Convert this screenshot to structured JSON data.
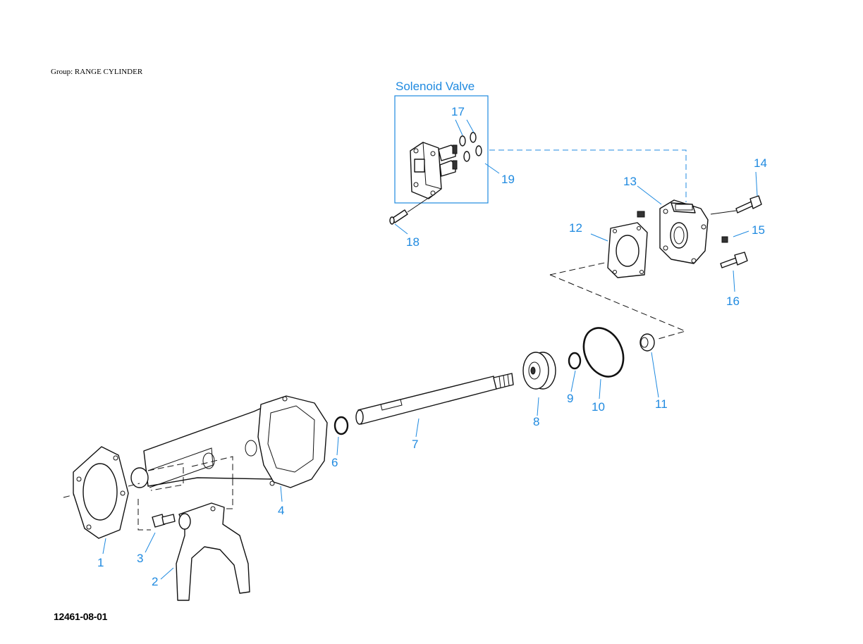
{
  "header": {
    "group_label": "Group: RANGE CYLINDER"
  },
  "footer": {
    "drawing_number": "12461-08-01"
  },
  "inset": {
    "title": "Solenoid Valve"
  },
  "colors": {
    "callout": "#1f8ae0",
    "line": "#111111"
  },
  "callouts": {
    "c1": "1",
    "c2": "2",
    "c3": "3",
    "c4": "4",
    "c5": "6",
    "c6": "7",
    "c7": "8",
    "c8": "9",
    "c9": "10",
    "c10": "11",
    "c11": "12",
    "c12": "13",
    "c13": "14",
    "c14": "15",
    "c15": "16",
    "c16": "17",
    "c17": "18",
    "c18": "19"
  }
}
